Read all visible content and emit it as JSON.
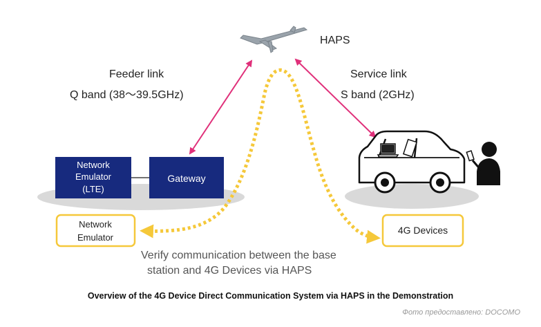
{
  "nodes": {
    "haps": "HAPS",
    "network_emulator_lte": [
      "Network",
      "Emulator",
      "(LTE)"
    ],
    "gateway": "Gateway",
    "network_emulator": [
      "Network",
      "Emulator"
    ],
    "devices_4g": "4G Devices"
  },
  "links": {
    "feeder": [
      "Feeder link",
      "Q band (38〜39.5GHz)"
    ],
    "service": [
      "Service link",
      "S band (2GHz)"
    ]
  },
  "note": [
    "Verify communication between the base",
    "station and 4G Devices via HAPS"
  ],
  "caption": "Overview of the 4G Device Direct Communication System via HAPS in the Demonstration",
  "credit": "Фото предоставлено: DOCOMO",
  "colors": {
    "navy": "#172a7e",
    "pink": "#e0307a",
    "yellow": "#f5c83a",
    "ground": "#d9d9d9"
  }
}
